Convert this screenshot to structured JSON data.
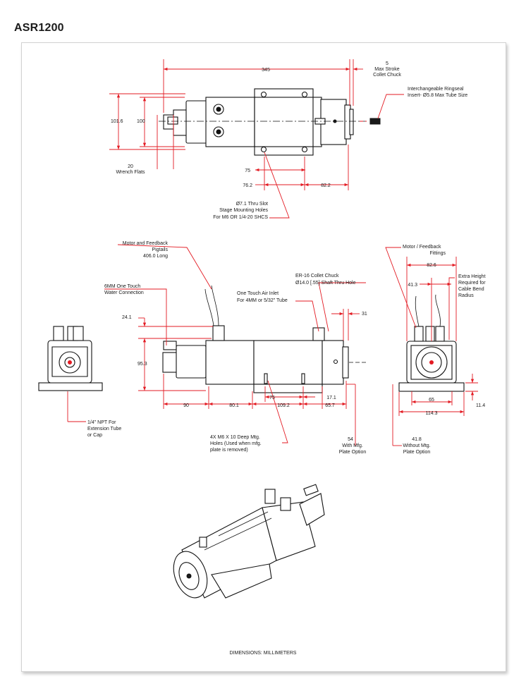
{
  "title": "ASR1200",
  "footer": "DIMENSIONS:  MILLIMETERS",
  "colors": {
    "dimension": "#e31b23",
    "line": "#111111",
    "frame": "#d2d2d2"
  },
  "top_view": {
    "d345": "345",
    "stroke_5": "5",
    "stroke_label_1": "Max Stroke",
    "stroke_label_2": "Collet Chuck",
    "ringseal_1": "Interchangeable Ringseal",
    "ringseal_2": "Insert-  Ø5.8 Max Tube Size",
    "d101_6": "101.6",
    "d100": "100",
    "d20": "20",
    "wrench_flats": "Wrench Flats",
    "d75": "75",
    "d76_2": "76.2",
    "d82_2": "82.2",
    "thru_1": "Ø7.1 Thru Slot",
    "thru_2": "Stage Mounting Holes",
    "thru_3": "For M6 OR 1/4-20 SHCS"
  },
  "side_view": {
    "pigtails_1": "Motor and Feedback",
    "pigtails_2": "Pigtails",
    "pigtails_3": "406.0 Long",
    "water_1": "6MM One Touch",
    "water_2": "Water Connection",
    "air_1": "One Touch Air Inlet",
    "air_2": "For 4MM or 5/32\" Tube",
    "collet_1": "ER-16 Collet Chuck",
    "collet_2": "Ø14.0 [.55] Shaft Thru Hole",
    "d31": "31",
    "d24_1": "24.1",
    "d95_3": "95.3",
    "d90": "90",
    "d80_1": "80.1",
    "d75": "75",
    "d109_2": "109.2",
    "d17_1": "17.1",
    "d65_7": "65.7",
    "npt_1": "1/4\" NPT For",
    "npt_2": "Extension Tube",
    "npt_3": "or Cap",
    "holes_1": "4X M6 X 10 Deep Mtg.",
    "holes_2": "Holes (Used when mfg.",
    "holes_3": "plate is removed)",
    "d54": "54",
    "with_1": "With Mfg.",
    "with_2": "Plate Option"
  },
  "end_view": {
    "fittings_1": "Motor / Feedback",
    "fittings_2": "Fittings",
    "d82_6": "82.6",
    "d41_3": "41.3",
    "extra_1": "Extra Height",
    "extra_2": "Required for",
    "extra_3": "Cable Bend",
    "extra_4": "Radius",
    "d65": "65",
    "d11_4": "11.4",
    "d114_3": "114.3",
    "d41_8": "41.8",
    "without_1": "Without Mtg.",
    "without_2": "Plate Option"
  }
}
